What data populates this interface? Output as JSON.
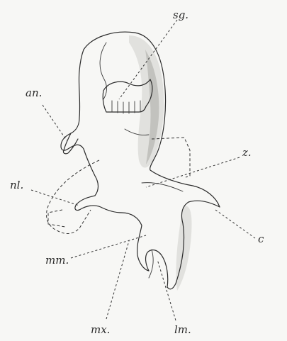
{
  "figure": {
    "labels": {
      "sg": "sg.",
      "an": "an.",
      "z": "z.",
      "nl": "nl.",
      "c": "c",
      "mm": "mm.",
      "mx": "mx.",
      "lm": "lm."
    }
  }
}
